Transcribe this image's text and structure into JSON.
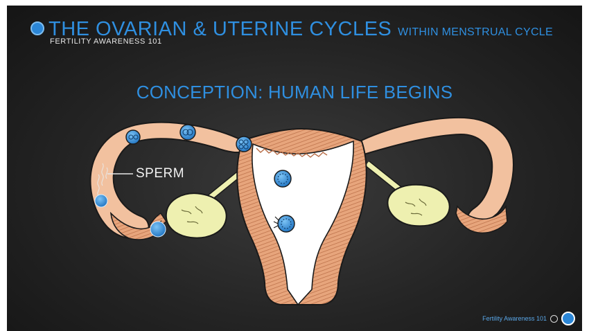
{
  "header": {
    "title_main": "THE OVARIAN & UTERINE CYCLES",
    "title_sub": "WITHIN MENSTRUAL CYCLE",
    "subtitle": "FERTILITY AWARENESS 101"
  },
  "heading": "CONCEPTION: HUMAN LIFE BEGINS",
  "diagram": {
    "sperm_label": "SPERM"
  },
  "footer": {
    "text": "Fertility Awareness 101"
  },
  "colors": {
    "accent": "#2f8fe0",
    "background": "#242424",
    "tissue": "#f2c19f",
    "muscle": "#d98a5f",
    "cell": "#2f8fe0"
  }
}
